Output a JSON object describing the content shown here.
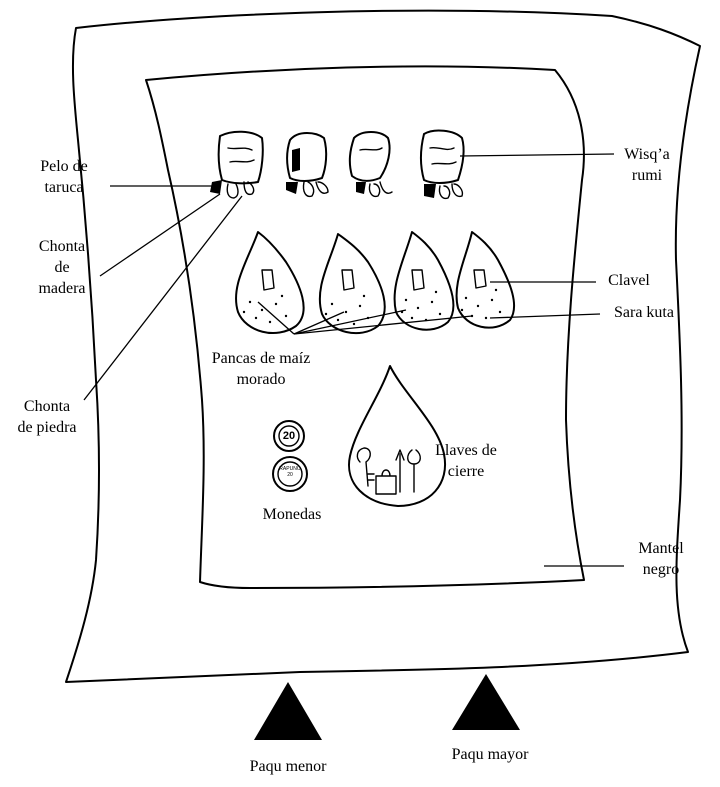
{
  "labels": {
    "pelo_de_taruca": [
      "Pelo de",
      "taruca"
    ],
    "chonta_de_madera": [
      "Chonta",
      "de",
      "madera"
    ],
    "chonta_de_piedra": [
      "Chonta",
      "de piedra"
    ],
    "wisqa_rumi": [
      "Wisq’a",
      "rumi"
    ],
    "clavel": "Clavel",
    "sara_kuta": "Sara kuta",
    "pancas": [
      "Pancas de maíz",
      "morado"
    ],
    "llaves": [
      "Llaves de",
      "cierre"
    ],
    "monedas": "Monedas",
    "mantel": [
      "Mantel",
      "negro"
    ],
    "paqu_menor": "Paqu menor",
    "paqu_mayor": "Paqu mayor"
  },
  "coins": {
    "coin_top": "20",
    "coin_bottom": "RAPUNO 20"
  }
}
